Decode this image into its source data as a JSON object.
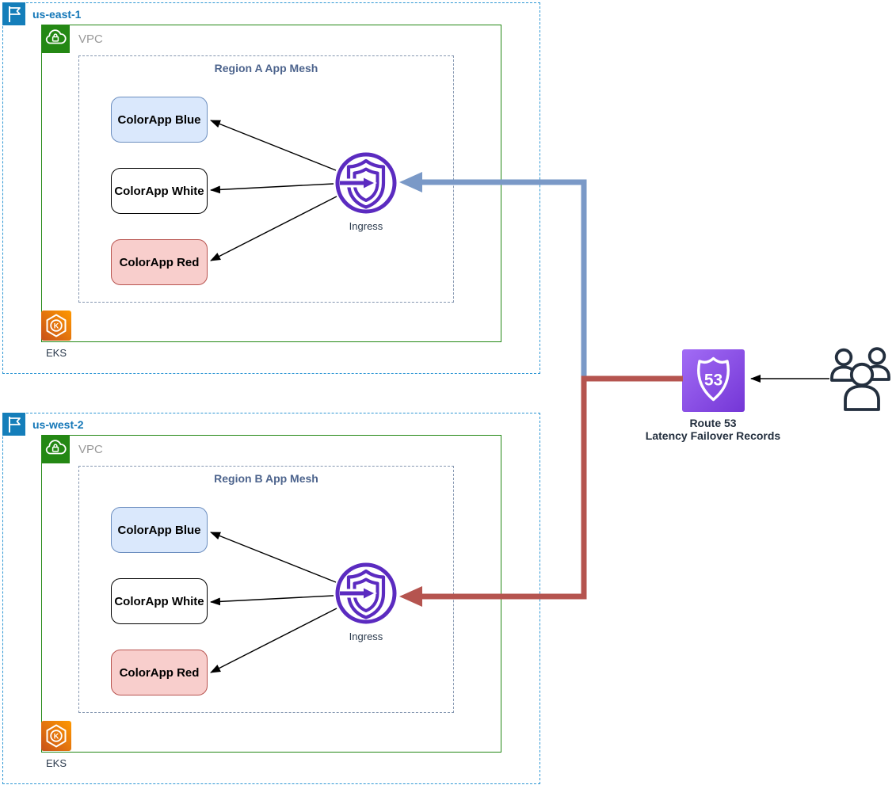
{
  "diagram": {
    "regions": [
      {
        "label": "us-east-1",
        "vpc": {
          "label": "VPC"
        },
        "eks": {
          "label": "EKS",
          "badge": "K"
        },
        "mesh": {
          "title": "Region A App Mesh",
          "ingress": {
            "label": "Ingress"
          },
          "nodes": [
            {
              "label": "ColorApp Blue",
              "fill": "#DAE8FC",
              "border": "#6C8EBF"
            },
            {
              "label": "ColorApp White",
              "fill": "#FFFFFF",
              "border": "#000000"
            },
            {
              "label": "ColorApp Red",
              "fill": "#F8CECC",
              "border": "#B85450"
            }
          ]
        }
      },
      {
        "label": "us-west-2",
        "vpc": {
          "label": "VPC"
        },
        "eks": {
          "label": "EKS",
          "badge": "K"
        },
        "mesh": {
          "title": "Region B App Mesh",
          "ingress": {
            "label": "Ingress"
          },
          "nodes": [
            {
              "label": "ColorApp Blue",
              "fill": "#DAE8FC",
              "border": "#6C8EBF"
            },
            {
              "label": "ColorApp White",
              "fill": "#FFFFFF",
              "border": "#000000"
            },
            {
              "label": "ColorApp Red",
              "fill": "#F8CECC",
              "border": "#B85450"
            }
          ]
        }
      }
    ],
    "route53": {
      "title": "Route 53",
      "subtitle": "Latency Failover Records",
      "badge": "53"
    },
    "connections": {
      "route53_to_region_a_color": "#7A99C7",
      "route53_to_region_b_color": "#B5544F",
      "thin_arrow_color": "#000000"
    },
    "colors": {
      "region_border": "#2E97D4",
      "region_label": "#1477B8",
      "region_icon_bg": "#147EBA",
      "vpc_border": "#248814",
      "vpc_icon_bg": "#248814",
      "vpc_label": "#999999",
      "mesh_border": "#8496B0",
      "mesh_title": "#4D648D",
      "ingress_purple": "#5B2BC0",
      "route53_purple_gradient_start": "#A26CF5",
      "route53_purple_gradient_end": "#7436D6",
      "eks_orange_gradient_start": "#C8511B",
      "eks_orange_gradient_end": "#FF9900",
      "users_icon_color": "#232F3E"
    }
  }
}
